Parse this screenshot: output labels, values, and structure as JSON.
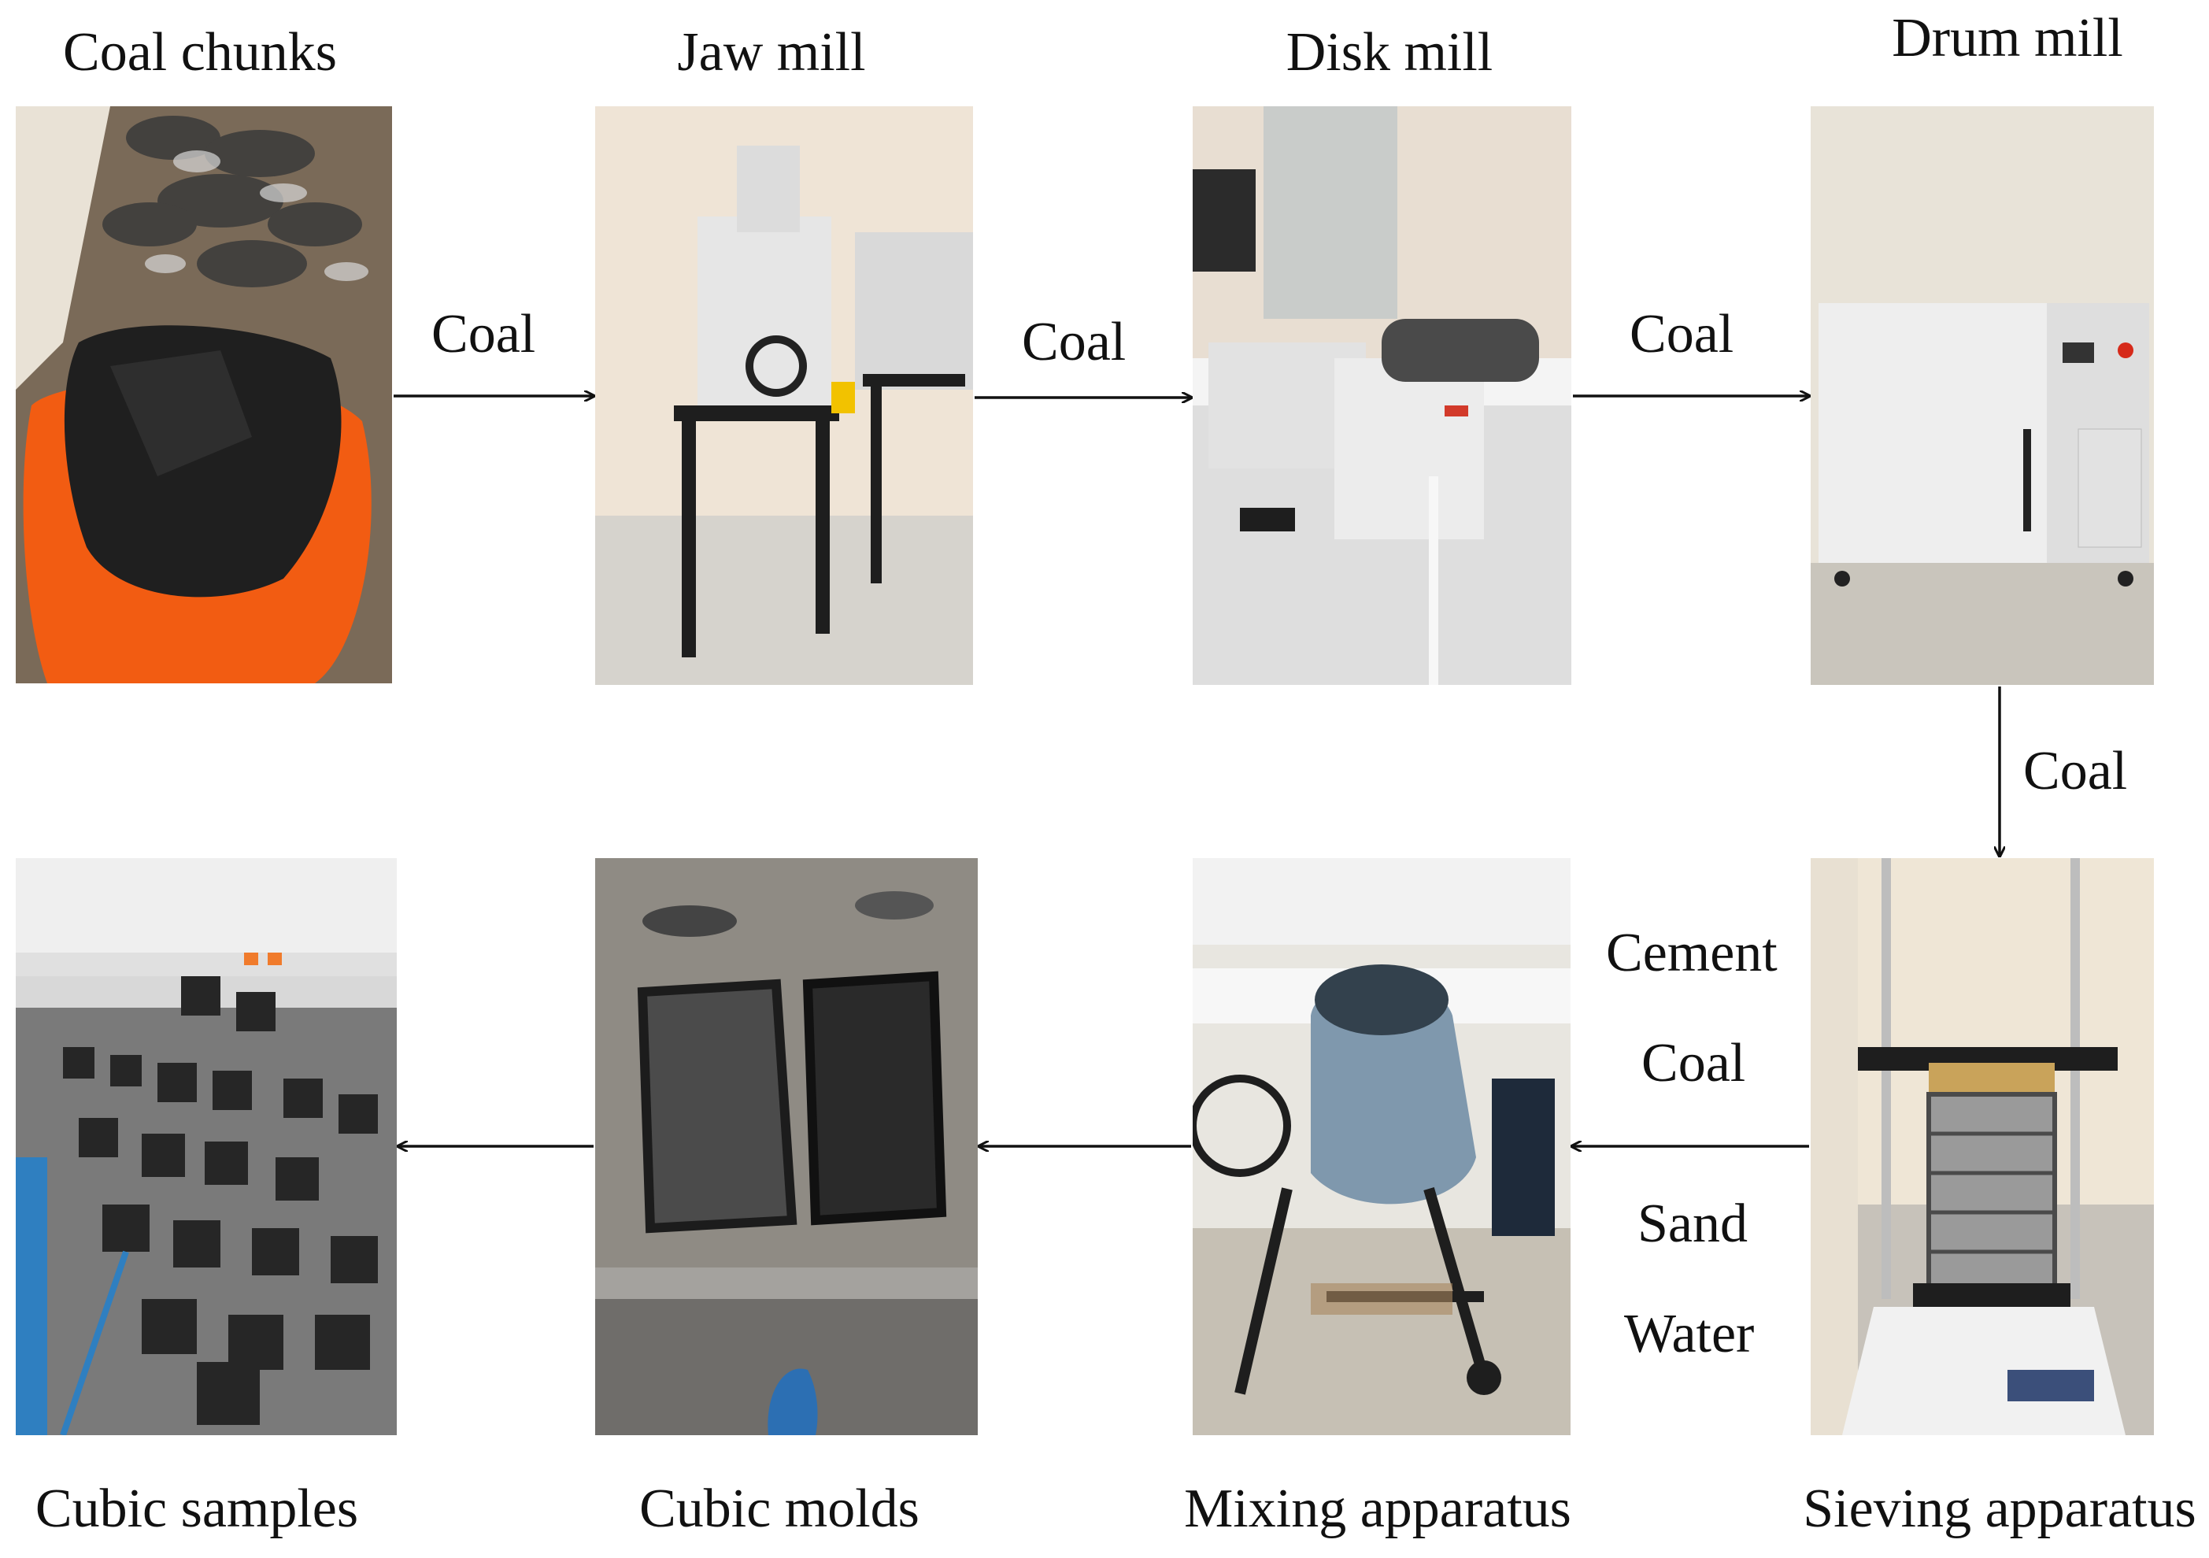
{
  "titles": {
    "coal_chunks": "Coal chunks",
    "jaw_mill": "Jaw mill",
    "disk_mill": "Disk mill",
    "drum_mill": "Drum mill",
    "cubic_samples": "Cubic samples",
    "cubic_molds": "Cubic molds",
    "mixing_apparatus": "Mixing apparatus",
    "sieving_apparatus": "Sieving apparatus"
  },
  "flows": {
    "chunks_to_jaw": "Coal",
    "jaw_to_disk": "Coal",
    "disk_to_drum": "Coal",
    "drum_to_sieve": "Coal",
    "mix_inputs": [
      "Cement",
      "Coal",
      "Sand",
      "Water"
    ]
  }
}
